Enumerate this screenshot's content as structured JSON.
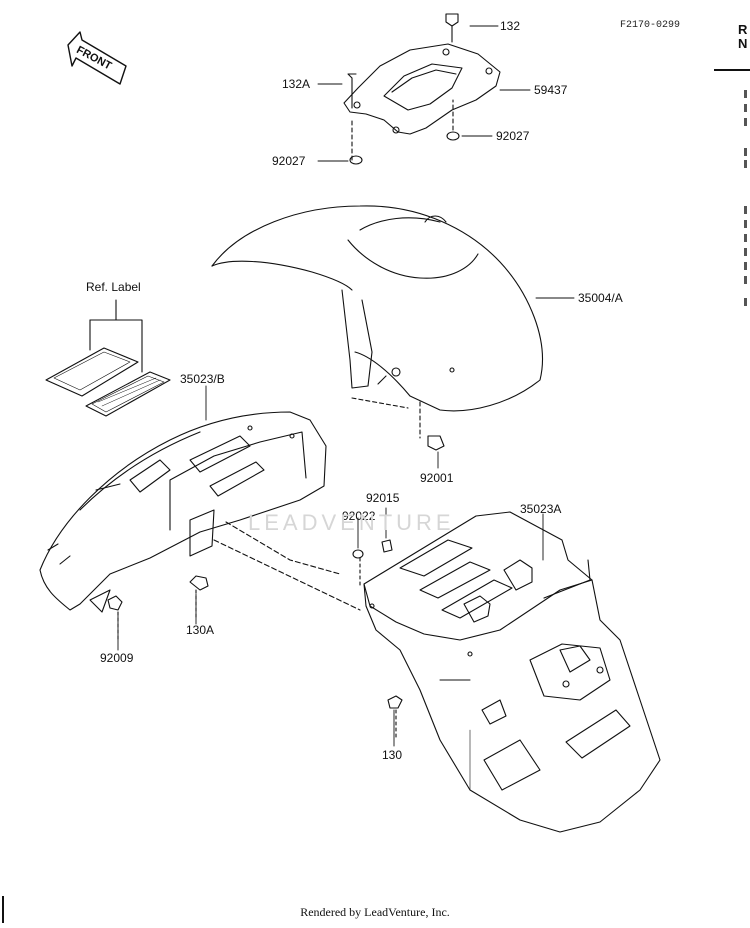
{
  "diagram": {
    "code": "F2170-0299",
    "front_label": "FRONT",
    "ref_label": "Ref.  Label",
    "parts": {
      "p132": "132",
      "p132A": "132A",
      "p59437": "59437",
      "p92027_left": "92027",
      "p92027_right": "92027",
      "p35004A": "35004/A",
      "p35023B": "35023/B",
      "p92001": "92001",
      "p92015": "92015",
      "p92022": "92022",
      "p35023A": "35023A",
      "p130A": "130A",
      "p92009": "92009",
      "p130": "130"
    }
  },
  "sidebar": {
    "header_line1": "R",
    "header_line2": "N"
  },
  "watermark": {
    "text": "LEADVENTURE"
  },
  "footer": {
    "text": "Rendered by LeadVenture, Inc."
  }
}
